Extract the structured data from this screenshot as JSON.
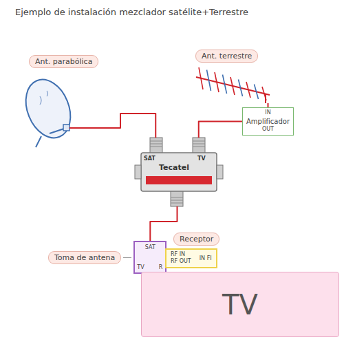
{
  "diagram": {
    "title": "Ejemplo de instalación mezclador satélite+Terrestre",
    "nodes": [
      {
        "text": [
          "Ant. parabólica"
        ]
      },
      {
        "text": [
          "Ant. terrestre"
        ]
      },
      {
        "text": [
          "IN",
          "Amplificador",
          "OUT"
        ]
      },
      {
        "text": [
          "SAT",
          "TV",
          "Tecatel"
        ]
      },
      {
        "text": [
          "Toma de antena",
          "SAT",
          "TV",
          "R"
        ]
      },
      {
        "text": [
          "Receptor",
          "RF IN",
          "RF OUT",
          "IN FI"
        ]
      },
      {
        "text": [
          "TV"
        ]
      }
    ],
    "edges": [
      {
        "from": 0,
        "to": 3,
        "arrow": "none"
      },
      {
        "from": 1,
        "to": 2,
        "arrow": "none"
      },
      {
        "from": 2,
        "to": 3,
        "arrow": "none"
      },
      {
        "from": 3,
        "to": 4,
        "arrow": "none"
      },
      {
        "from": 4,
        "to": 5,
        "arrow": "none"
      }
    ]
  }
}
